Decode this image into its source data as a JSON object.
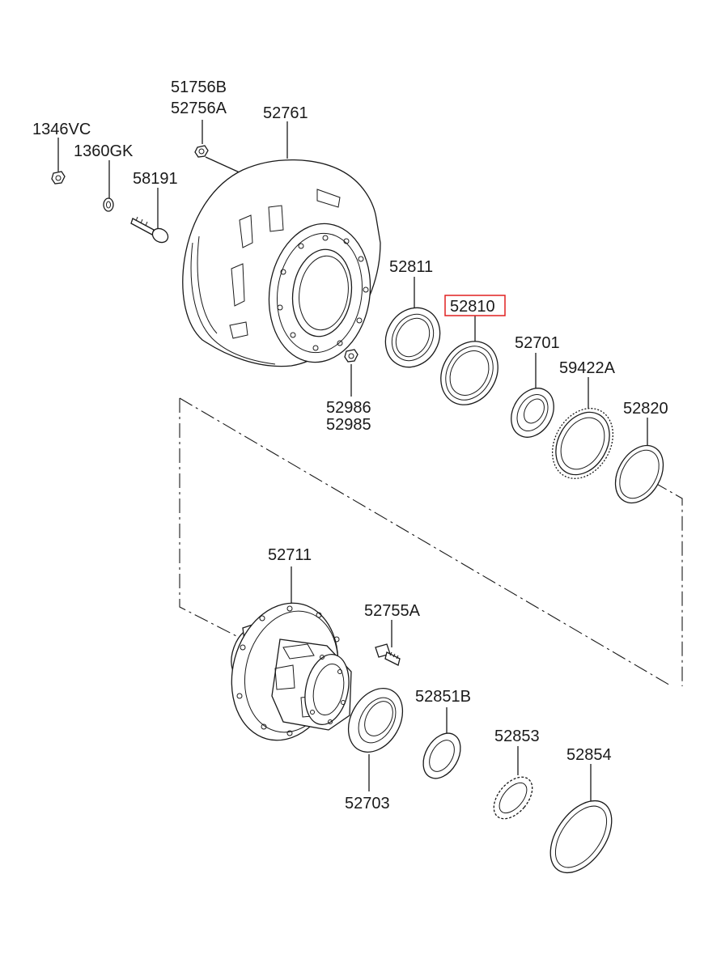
{
  "diagram": {
    "highlight_color": "#e02020",
    "highlighted_part": "52810",
    "labels": {
      "p_1346VC": "1346VC",
      "p_1360GK": "1360GK",
      "p_58191": "58191",
      "p_51756B": "51756B",
      "p_52756A": "52756A",
      "p_52761": "52761",
      "p_52811": "52811",
      "p_52810": "52810",
      "p_52701": "52701",
      "p_59422A": "59422A",
      "p_52820": "52820",
      "p_52986": "52986",
      "p_52985": "52985",
      "p_52711": "52711",
      "p_52755A": "52755A",
      "p_52851B": "52851B",
      "p_52853": "52853",
      "p_52854": "52854",
      "p_52703": "52703"
    }
  }
}
